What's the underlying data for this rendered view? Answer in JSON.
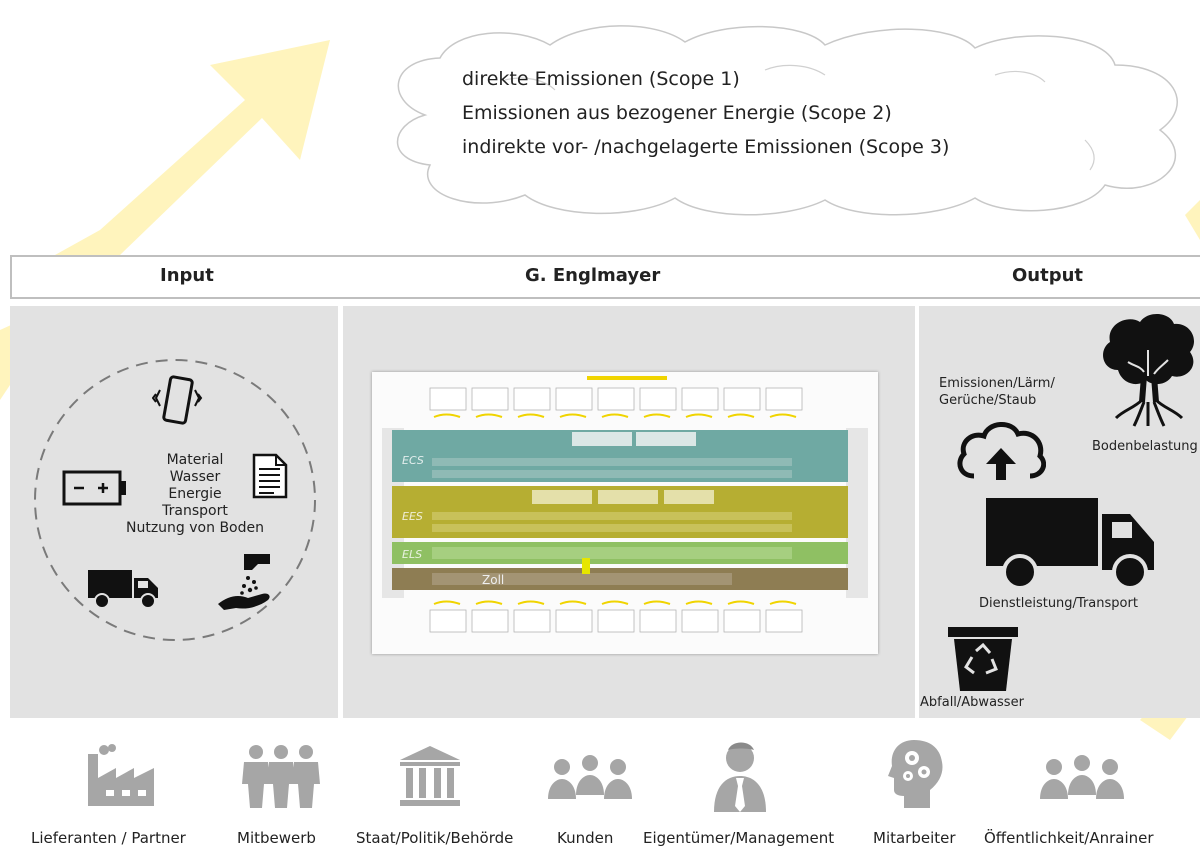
{
  "cloud": {
    "lines": [
      "direkte Emissionen (Scope 1)",
      "Emissionen aus bezogener Energie (Scope 2)",
      "indirekte vor- /nachgelagerte Emissionen (Scope 3)"
    ]
  },
  "header": {
    "input": "Input",
    "center": "G. Englmayer",
    "output": "Output"
  },
  "input": {
    "resources": [
      "Material",
      "Wasser",
      "Energie",
      "Transport",
      "Nutzung von Boden"
    ],
    "icons": [
      "smartphone-icon",
      "battery-icon",
      "document-icon",
      "truck-icon",
      "hand-water-icon"
    ]
  },
  "output": {
    "emissions": "Emissionen/Lärm/\nGerüche/Staub",
    "emissions_line1": "Emissionen/Lärm/",
    "emissions_line2": "Gerüche/Staub",
    "soil": "Bodenbelastung",
    "service": "Dienstleistung/Transport",
    "waste": "Abfall/Abwasser",
    "icons": [
      "cloud-upload-icon",
      "tree-roots-icon",
      "truck-icon",
      "recycle-bin-icon"
    ]
  },
  "colors": {
    "arrow_yellow": "#fff2b3",
    "panel_gray": "#e2e2e2",
    "stakeholder_icon": "#a6a6a6",
    "teal_band": "#6fa9a3",
    "olive_band": "#b6ae32",
    "green_band": "#8fc063",
    "brown_band": "#8e7d53"
  },
  "stakeholders": [
    {
      "label": "Lieferanten / Partner",
      "icon": "factory-icon"
    },
    {
      "label": "Mitbewerb",
      "icon": "people-group-icon"
    },
    {
      "label": "Staat/Politik/Behörde",
      "icon": "government-building-icon"
    },
    {
      "label": "Kunden",
      "icon": "customers-icon"
    },
    {
      "label": "Eigentümer/Management",
      "icon": "businessman-icon"
    },
    {
      "label": "Mitarbeiter",
      "icon": "head-gears-icon"
    },
    {
      "label": "Öffentlichkeit/Anrainer",
      "icon": "public-people-icon"
    }
  ]
}
